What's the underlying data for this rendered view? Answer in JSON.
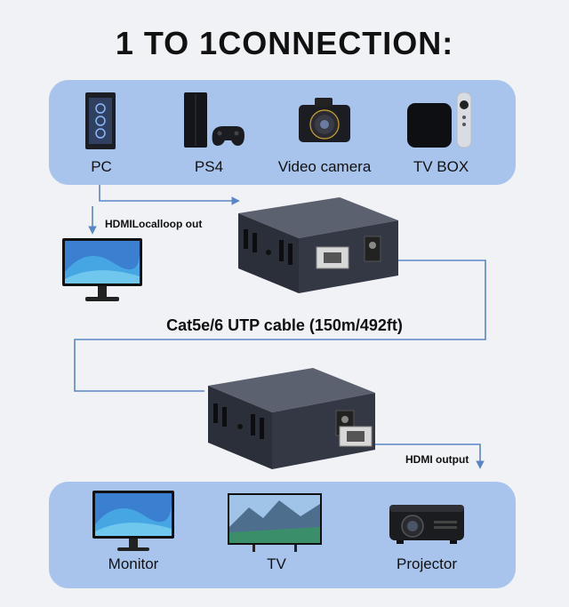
{
  "title": "1 TO 1CONNECTION:",
  "sources": [
    {
      "label": "PC",
      "icon": "pc-tower-icon"
    },
    {
      "label": "PS4",
      "icon": "game-console-icon"
    },
    {
      "label": "Video camera",
      "icon": "video-camera-icon"
    },
    {
      "label": "TV BOX",
      "icon": "tv-box-icon"
    }
  ],
  "loop_label": "HDMILocalloop out",
  "cable_label": "Cat5e/6 UTP cable (150m/492ft)",
  "output_label": "HDMI output",
  "displays": [
    {
      "label": "Monitor",
      "icon": "monitor-icon"
    },
    {
      "label": "TV",
      "icon": "tv-icon"
    },
    {
      "label": "Projector",
      "icon": "projector-icon"
    }
  ],
  "colors": {
    "panel": "#a8c4ec",
    "line": "#5a86c8",
    "device_body": "#2b2f3a"
  }
}
